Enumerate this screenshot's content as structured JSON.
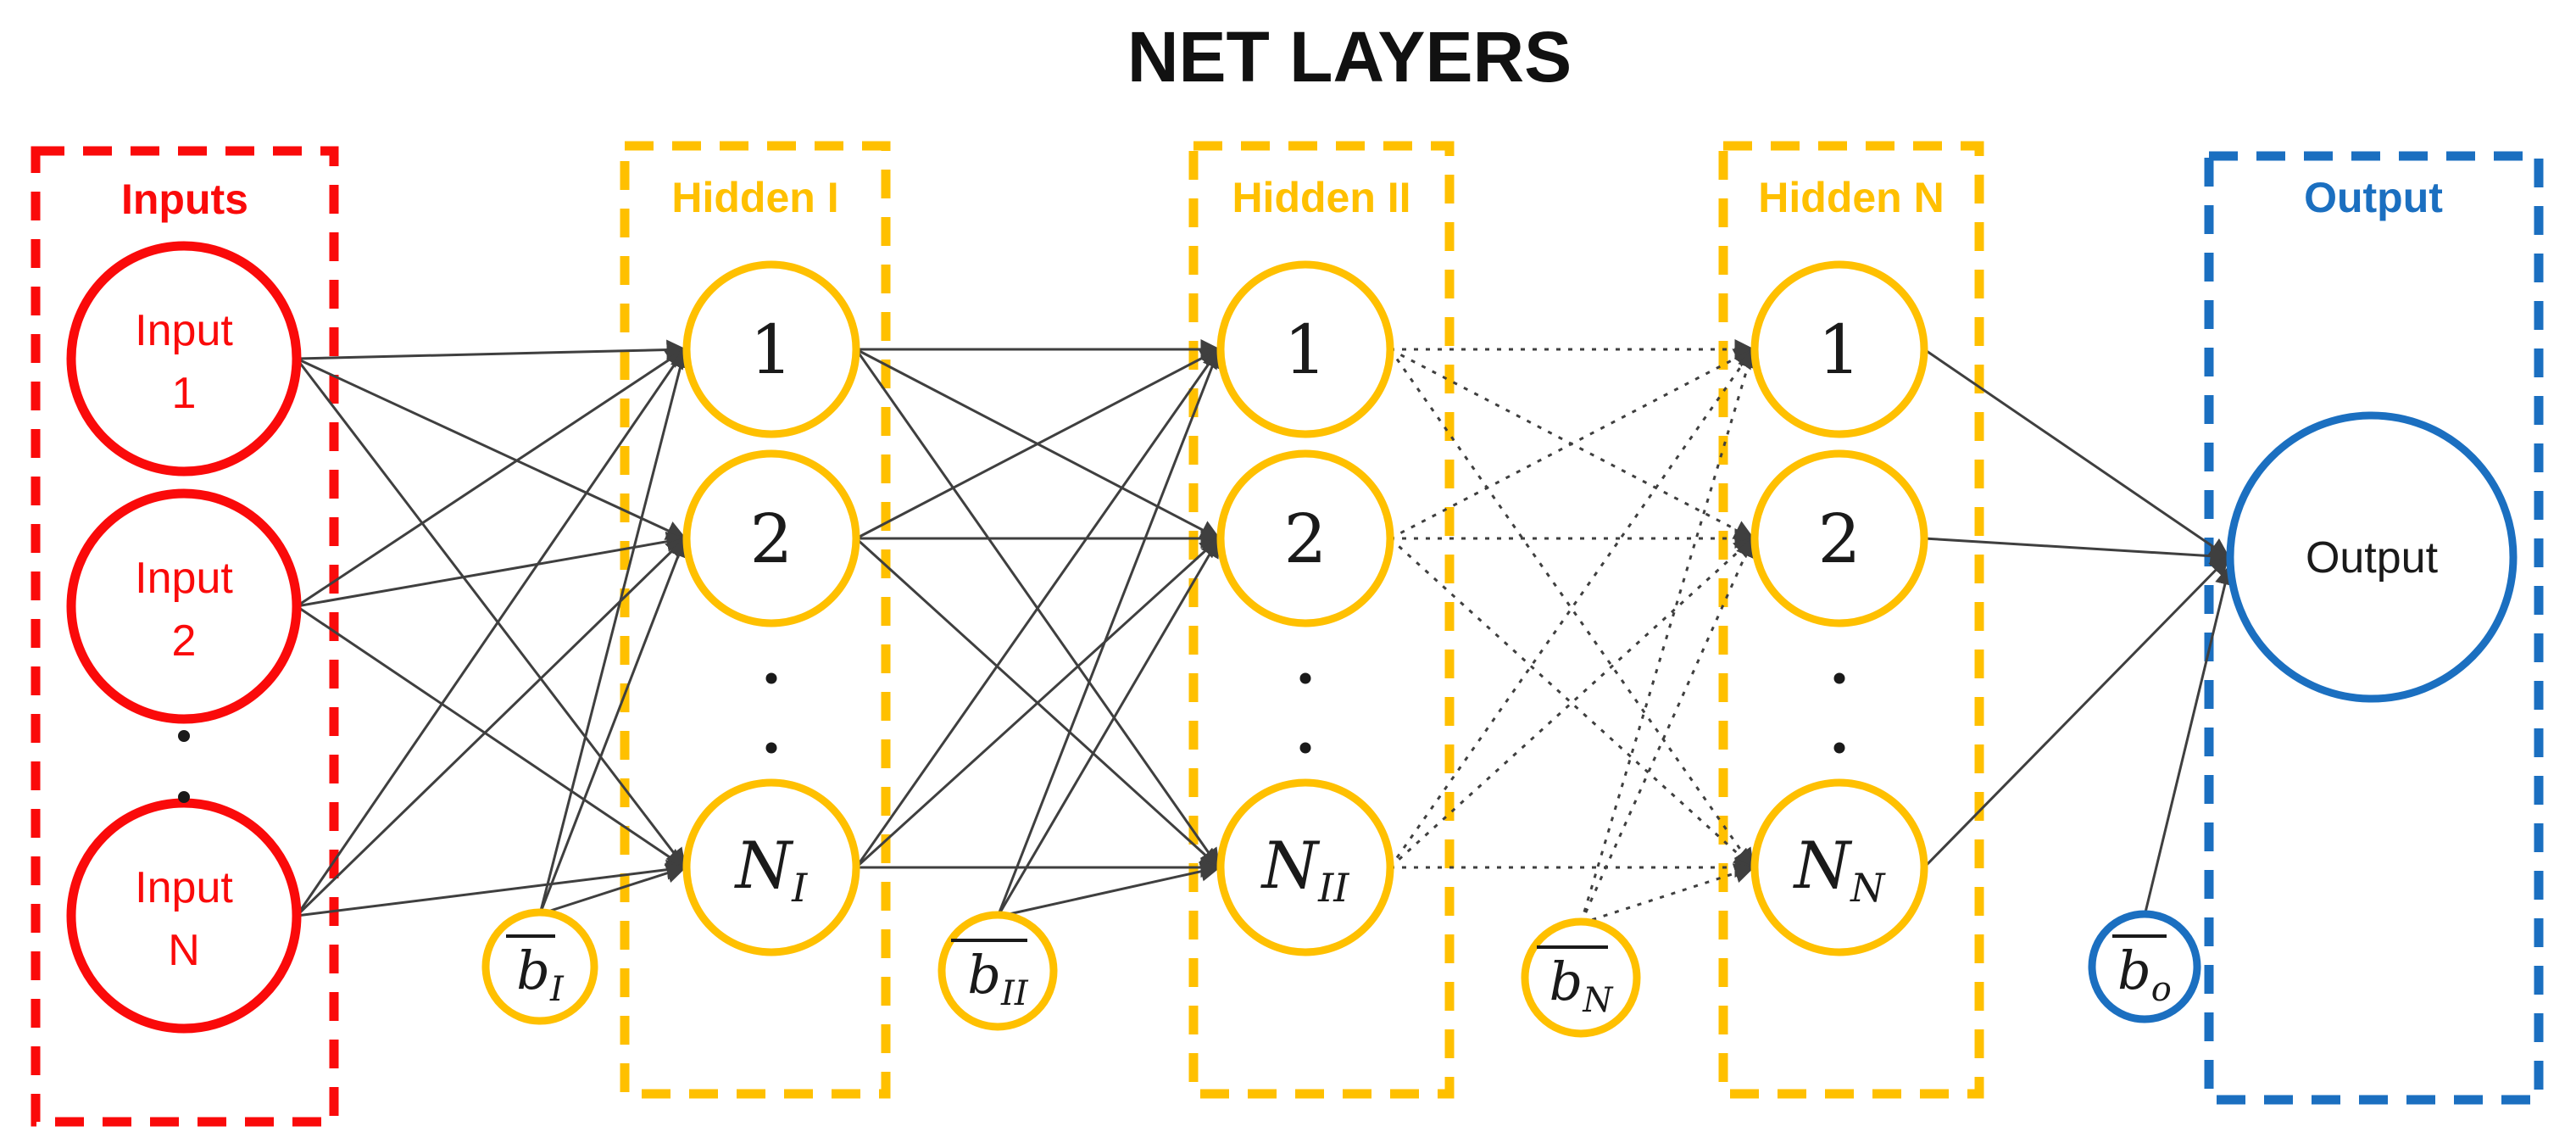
{
  "title": "NET LAYERS",
  "colors": {
    "red": "#FA0A0A",
    "orange": "#FFC000",
    "blue": "#1B6FC0",
    "edge": "#3F3F3F"
  },
  "input_layer": {
    "label": "Inputs",
    "nodes": [
      {
        "line1": "Input",
        "line2": "1"
      },
      {
        "line1": "Input",
        "line2": "2"
      },
      {
        "line1": "Input",
        "line2": "N"
      }
    ]
  },
  "hidden_layers": [
    {
      "label": "Hidden I",
      "node1": "1",
      "node2": "2",
      "last_base": "N",
      "last_sub": "I",
      "bias_base": "b",
      "bias_sub": "I"
    },
    {
      "label": "Hidden II",
      "node1": "1",
      "node2": "2",
      "last_base": "N",
      "last_sub": "II",
      "bias_base": "b",
      "bias_sub": "II"
    },
    {
      "label": "Hidden N",
      "node1": "1",
      "node2": "2",
      "last_base": "N",
      "last_sub": "N",
      "bias_base": "b",
      "bias_sub": "N"
    }
  ],
  "output_layer": {
    "label": "Output",
    "node_label": "Output",
    "bias_base": "b",
    "bias_sub": "o"
  }
}
